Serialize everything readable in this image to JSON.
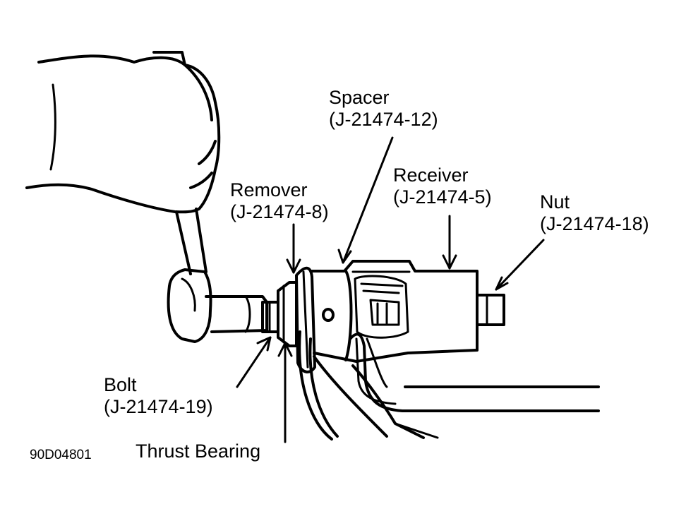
{
  "figure_id": "90D04801",
  "labels": {
    "spacer": {
      "name": "Spacer",
      "part": "(J-21474-12)"
    },
    "receiver": {
      "name": "Receiver",
      "part": "(J-21474-5)"
    },
    "remover": {
      "name": "Remover",
      "part": "(J-21474-8)"
    },
    "nut": {
      "name": "Nut",
      "part": "(J-21474-18)"
    },
    "bolt": {
      "name": "Bolt",
      "part": "(J-21474-19)"
    },
    "thrust_bearing": {
      "name": "Thrust Bearing"
    }
  },
  "colors": {
    "ink": "#000000",
    "paper": "#ffffff"
  }
}
